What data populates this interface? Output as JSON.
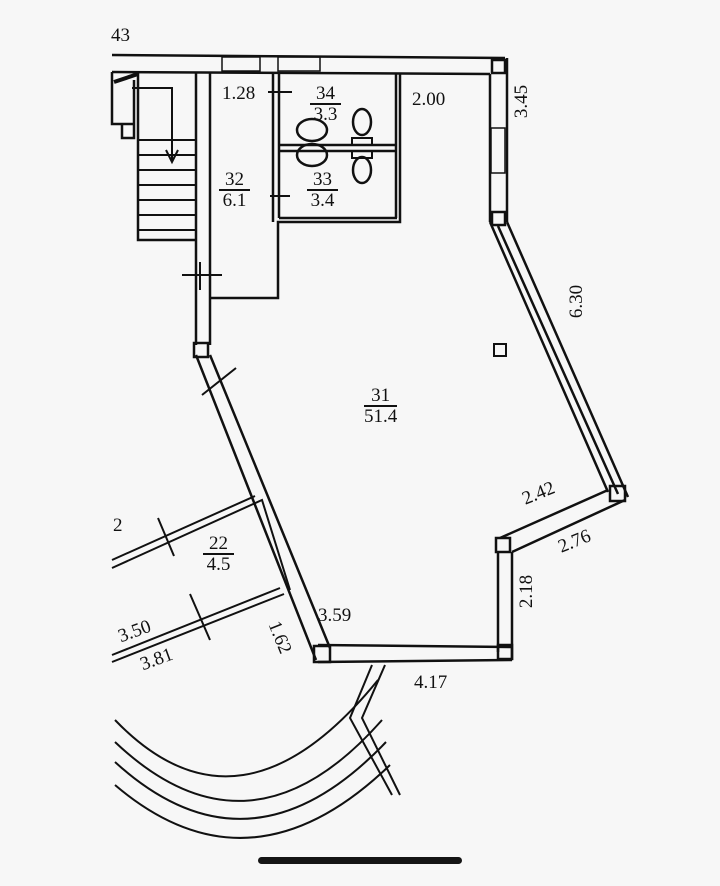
{
  "plan": {
    "corner_label": "43",
    "rooms": [
      {
        "id": "31",
        "area": "51.4"
      },
      {
        "id": "32",
        "area": "6.1"
      },
      {
        "id": "33",
        "area": "3.4"
      },
      {
        "id": "34",
        "area": "3.3"
      },
      {
        "id": "22",
        "area": "4.5"
      }
    ],
    "partial_room_label": "2",
    "dimensions": {
      "d128": "1.28",
      "d200": "2.00",
      "d345": "3.45",
      "d630": "6.30",
      "d242": "2.42",
      "d276": "2.76",
      "d218": "2.18",
      "d417": "4.17",
      "d359": "3.59",
      "d162": "1.62",
      "d350": "3.50",
      "d381": "3.81"
    }
  }
}
